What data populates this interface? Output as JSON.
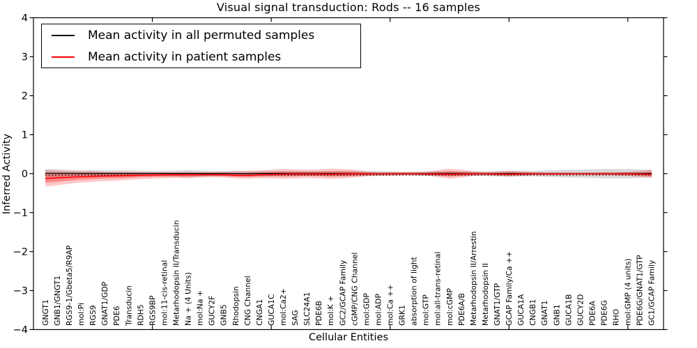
{
  "chart_data": {
    "type": "line",
    "title": "Visual signal transduction: Rods -- 16 samples",
    "xlabel": "Cellular Entities",
    "ylabel": "Inferred Activity",
    "ylim": [
      -4,
      4
    ],
    "yticks": [
      -4,
      -3,
      -2,
      -1,
      0,
      1,
      2,
      3,
      4
    ],
    "xlim": [
      0,
      53
    ],
    "xticks": [
      10,
      20,
      30,
      40,
      50
    ],
    "grid": false,
    "legend_position": "upper left",
    "categories": [
      "GNGT1",
      "GNB1/GNGT1",
      "RGS9-1/Gbeta5/R9AP",
      "mol:Pi",
      "RGS9",
      "GNAT1/GDP",
      "PDE6",
      "Transducin",
      "RDH5",
      "RGS9BP",
      "mol:11-cis-retinal",
      "Metarhodopsin II/Transducin",
      "Na + (4 Units)",
      "mol:Na +",
      "GUCY2F",
      "GNB5",
      "Rhodopsin",
      "CNG Channel",
      "CNGA1",
      "GUCA1C",
      "mol:Ca2+",
      "SAG",
      "SLC24A1",
      "PDE6B",
      "mol:K +",
      "GC2/GCAP Family",
      "cGMP/CNG Channel",
      "mol:GDP",
      "mol:ADP",
      "mol:Ca ++",
      "GRK1",
      "absorption of light",
      "mol:GTP",
      "mol:all-trans-retinal",
      "mol:cGMP",
      "PDE6A/B",
      "Metarhodopsin II/Arrestin",
      "Metarhodopsin II",
      "GNAT1/GTP",
      "GCAP Family/Ca ++",
      "GUCA1A",
      "CNGB1",
      "GNAT1",
      "GNB1",
      "GUCA1B",
      "GUCY2D",
      "PDE6A",
      "PDE6G",
      "RHO",
      "mol:GMP (4 units)",
      "PDE6G/GNAT1/GTP",
      "GC1/GCAP Family"
    ],
    "series": [
      {
        "name": "Mean activity in all permuted samples",
        "color": "#000000",
        "band_color": "#777777",
        "band_opacity": 0.28,
        "values": [
          0.01,
          0.008,
          0.007,
          0.006,
          0.005,
          0.005,
          0.004,
          0.004,
          0.004,
          0.003,
          0.003,
          0.003,
          0.004,
          0.003,
          0.003,
          0.003,
          0.002,
          0.002,
          0.003,
          0.003,
          0.004,
          0.003,
          0.003,
          0.003,
          0.004,
          0.003,
          0.002,
          0.002,
          0.002,
          0.002,
          0.002,
          0.002,
          0.002,
          0.003,
          0.003,
          0.003,
          0.002,
          0.002,
          0.002,
          0.003,
          0.002,
          0.002,
          0.002,
          0.002,
          0.002,
          0.002,
          0.002,
          0.002,
          0.002,
          0.003,
          0.003,
          0.004
        ],
        "band_hi": [
          0.12,
          0.11,
          0.1,
          0.09,
          0.09,
          0.08,
          0.08,
          0.08,
          0.07,
          0.07,
          0.07,
          0.08,
          0.09,
          0.08,
          0.07,
          0.07,
          0.07,
          0.07,
          0.07,
          0.07,
          0.07,
          0.07,
          0.06,
          0.06,
          0.07,
          0.07,
          0.07,
          0.06,
          0.06,
          0.06,
          0.05,
          0.05,
          0.06,
          0.06,
          0.07,
          0.06,
          0.06,
          0.06,
          0.07,
          0.07,
          0.07,
          0.07,
          0.08,
          0.09,
          0.1,
          0.1,
          0.11,
          0.12,
          0.12,
          0.12,
          0.11,
          0.1
        ],
        "band_lo": [
          -0.12,
          -0.11,
          -0.1,
          -0.09,
          -0.09,
          -0.08,
          -0.08,
          -0.08,
          -0.07,
          -0.07,
          -0.07,
          -0.08,
          -0.09,
          -0.08,
          -0.07,
          -0.07,
          -0.07,
          -0.07,
          -0.07,
          -0.07,
          -0.07,
          -0.07,
          -0.06,
          -0.06,
          -0.07,
          -0.07,
          -0.07,
          -0.06,
          -0.06,
          -0.06,
          -0.05,
          -0.05,
          -0.06,
          -0.06,
          -0.07,
          -0.06,
          -0.06,
          -0.06,
          -0.07,
          -0.07,
          -0.07,
          -0.07,
          -0.08,
          -0.09,
          -0.1,
          -0.1,
          -0.11,
          -0.12,
          -0.12,
          -0.12,
          -0.11,
          -0.1
        ]
      },
      {
        "name": "Mean activity in patient samples",
        "color": "#ff0000",
        "band_color": "#ff0000",
        "band_opacity": 0.22,
        "inner_band_opacity": 0.3,
        "values": [
          -0.13,
          -0.11,
          -0.095,
          -0.08,
          -0.07,
          -0.06,
          -0.055,
          -0.05,
          -0.04,
          -0.035,
          -0.03,
          -0.025,
          -0.03,
          -0.025,
          -0.02,
          -0.03,
          -0.04,
          -0.045,
          -0.03,
          -0.02,
          -0.015,
          -0.01,
          -0.01,
          -0.01,
          -0.015,
          -0.01,
          -0.005,
          -0.005,
          -0.005,
          -0.005,
          -0.005,
          -0.005,
          -0.01,
          -0.01,
          -0.015,
          -0.01,
          -0.005,
          -0.005,
          -0.01,
          -0.015,
          -0.01,
          -0.005,
          -0.005,
          -0.005,
          -0.005,
          -0.005,
          -0.005,
          -0.005,
          -0.005,
          -0.005,
          -0.01,
          -0.02
        ],
        "band_hi": [
          0.09,
          0.08,
          0.07,
          0.06,
          0.06,
          0.05,
          0.05,
          0.05,
          0.04,
          0.04,
          0.04,
          0.04,
          0.05,
          0.04,
          0.04,
          0.05,
          0.06,
          0.07,
          0.08,
          0.1,
          0.12,
          0.11,
          0.1,
          0.11,
          0.13,
          0.12,
          0.1,
          0.06,
          0.04,
          0.04,
          0.04,
          0.04,
          0.05,
          0.09,
          0.13,
          0.1,
          0.06,
          0.04,
          0.05,
          0.08,
          0.06,
          0.04,
          0.03,
          0.03,
          0.03,
          0.03,
          0.03,
          0.04,
          0.04,
          0.05,
          0.07,
          0.1
        ],
        "band_lo": [
          -0.33,
          -0.3,
          -0.26,
          -0.23,
          -0.21,
          -0.19,
          -0.18,
          -0.16,
          -0.14,
          -0.13,
          -0.12,
          -0.11,
          -0.12,
          -0.1,
          -0.09,
          -0.1,
          -0.12,
          -0.13,
          -0.12,
          -0.12,
          -0.13,
          -0.12,
          -0.11,
          -0.12,
          -0.13,
          -0.12,
          -0.1,
          -0.07,
          -0.05,
          -0.05,
          -0.04,
          -0.04,
          -0.05,
          -0.09,
          -0.13,
          -0.1,
          -0.06,
          -0.04,
          -0.06,
          -0.08,
          -0.06,
          -0.04,
          -0.04,
          -0.04,
          -0.04,
          -0.03,
          -0.04,
          -0.04,
          -0.05,
          -0.06,
          -0.08,
          -0.11
        ],
        "dotted_reference": -0.035
      }
    ]
  }
}
